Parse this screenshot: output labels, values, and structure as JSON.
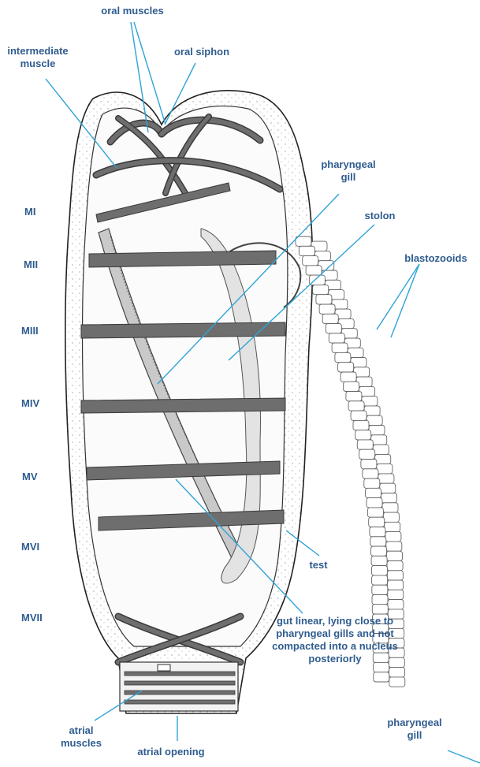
{
  "colors": {
    "label": "#2f5c8f",
    "leader": "#2ea3d6",
    "muscle": "#6e6e6e",
    "muscle_edge": "#3a3a3a",
    "outline": "#222222",
    "stipple": "#777777"
  },
  "labels": {
    "oral_muscles": "oral muscles",
    "intermediate_muscle_line1": "intermediate",
    "intermediate_muscle_line2": "muscle",
    "oral_siphon": "oral siphon",
    "pharyngeal_gill_line1": "pharyngeal",
    "pharyngeal_gill_line2": "gill",
    "stolon": "stolon",
    "blastozooids": "blastozooids",
    "test": "test",
    "gut_line1": "gut linear, lying close to",
    "gut_line2": "pharyngeal gills and not",
    "gut_line3": "compacted into a nucleus",
    "gut_line4": "posteriorly",
    "atrial_muscles_line1": "atrial",
    "atrial_muscles_line2": "muscles",
    "atrial_opening": "atrial opening",
    "pharyngeal_gill_bottom_line1": "pharyngeal",
    "pharyngeal_gill_bottom_line2": "gill"
  },
  "muscle_bands": [
    "MI",
    "MII",
    "MIII",
    "MIV",
    "MV",
    "MVI",
    "MVII"
  ],
  "icons": {
    "body": "salp-body-outline",
    "chain": "blastozooid-chain"
  }
}
